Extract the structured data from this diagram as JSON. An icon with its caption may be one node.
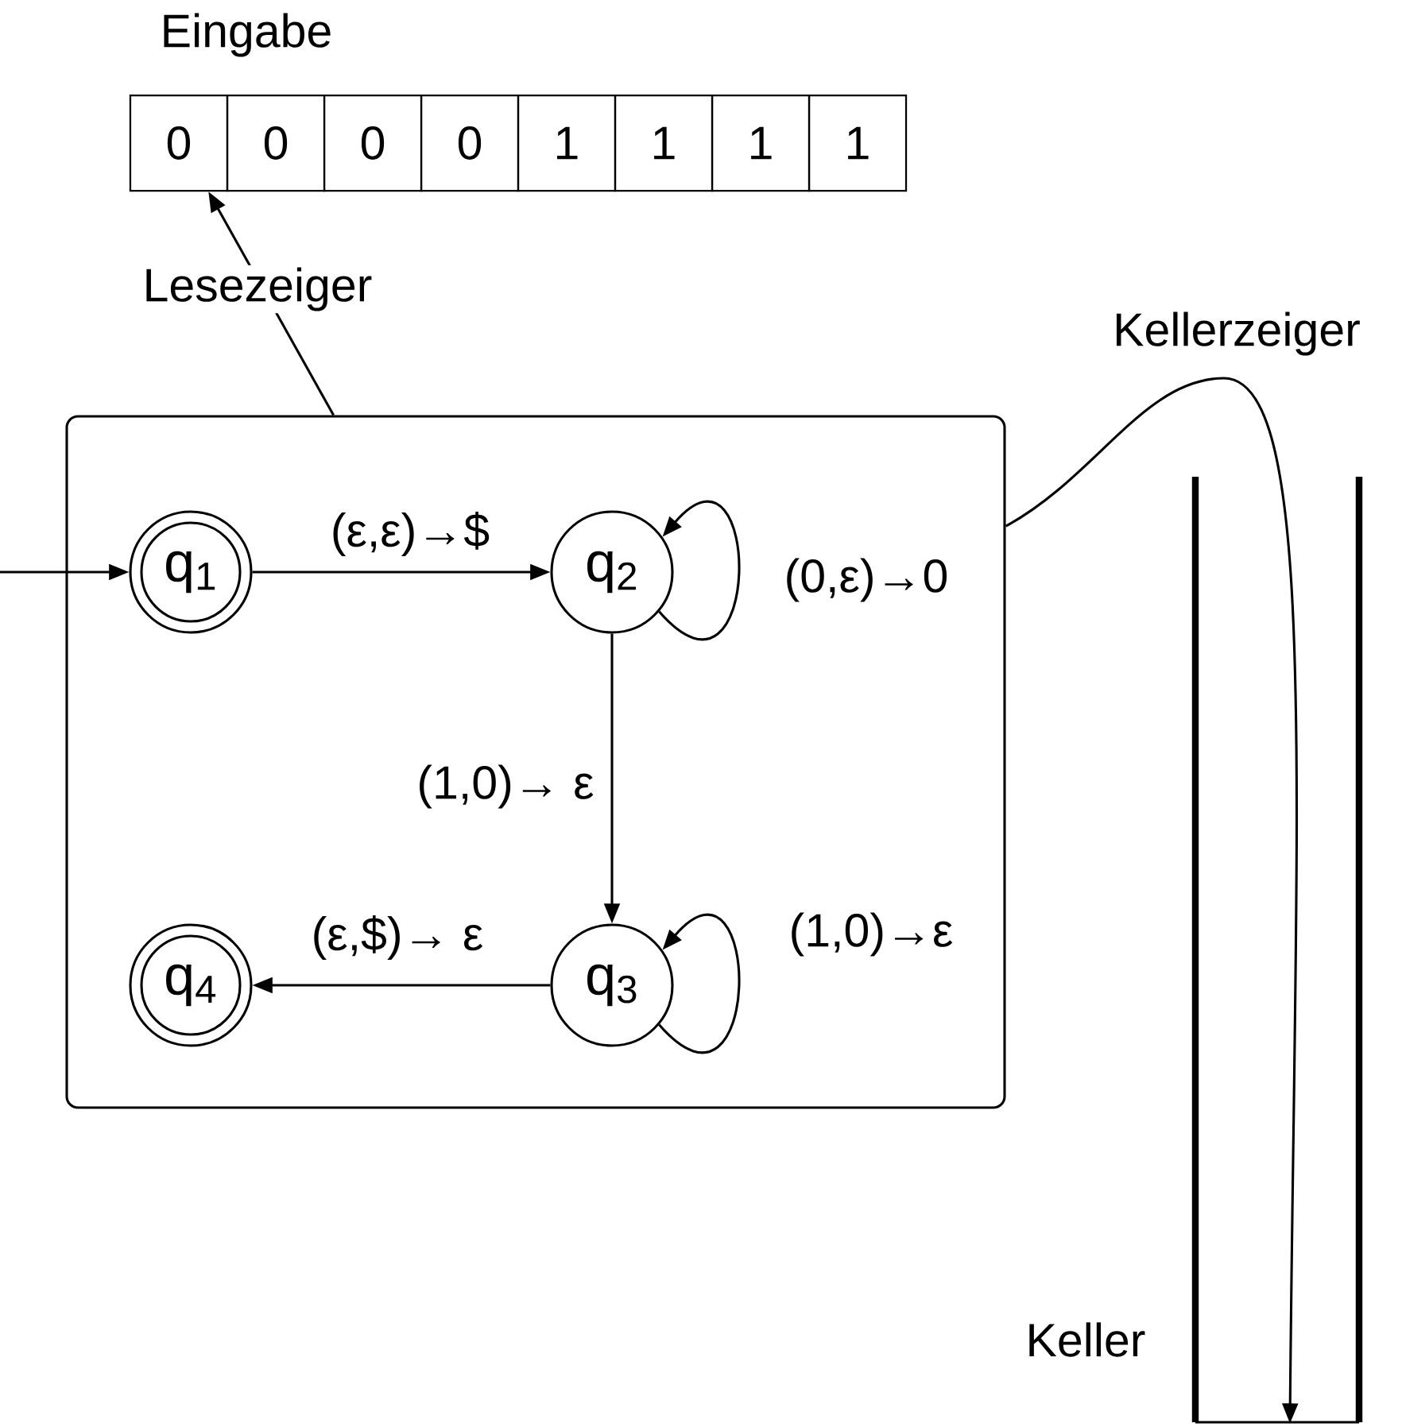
{
  "diagram": {
    "nodes": [
      {
        "text": [],
        "shape": "box"
      },
      {
        "text": [
          "q$_{1}$"
        ],
        "in": 0
      },
      {
        "text": [
          "q$_{2}$"
        ],
        "in": 0
      },
      {
        "text": [
          "q$_{3}$"
        ],
        "in": 0
      },
      {
        "text": [
          "q$_{4}$"
        ],
        "in": 0
      },
      {
        "text": [
          "0"
        ]
      },
      {
        "text": [
          "0"
        ]
      },
      {
        "text": [
          "0"
        ]
      },
      {
        "text": [
          "0"
        ]
      },
      {
        "text": [
          "1"
        ]
      },
      {
        "text": [
          "1"
        ]
      },
      {
        "text": [
          "1"
        ]
      },
      {
        "text": [
          "1"
        ]
      },
      {
        "text": [],
        "shape": "bar",
        "beside": [
          "Keller"
        ]
      }
    ],
    "edges": [
      {
        "from": null,
        "to": 1,
        "arrow": "to"
      },
      {
        "from": 1,
        "to": 2,
        "arrow": "to",
        "label": "(ε,ε)→$"
      },
      {
        "from": 2,
        "to": 2,
        "arrow": "to",
        "label": "(0,ε)→0"
      },
      {
        "from": 2,
        "to": 3,
        "arrow": "to",
        "label": "(1,0)→ ε"
      },
      {
        "from": 3,
        "to": 3,
        "arrow": "to",
        "label": "(1,0)→ε"
      },
      {
        "from": 3,
        "to": 4,
        "arrow": "to",
        "label": "(ε,$)→ ε"
      },
      {
        "from": 0,
        "to": 5,
        "arrow": "to",
        "label": "Lesezeiger"
      },
      {
        "from": 0,
        "to": 13,
        "arrow": "to",
        "label": "Kellerzeiger"
      }
    ],
    "labels": [
      "Eingabe"
    ]
  }
}
